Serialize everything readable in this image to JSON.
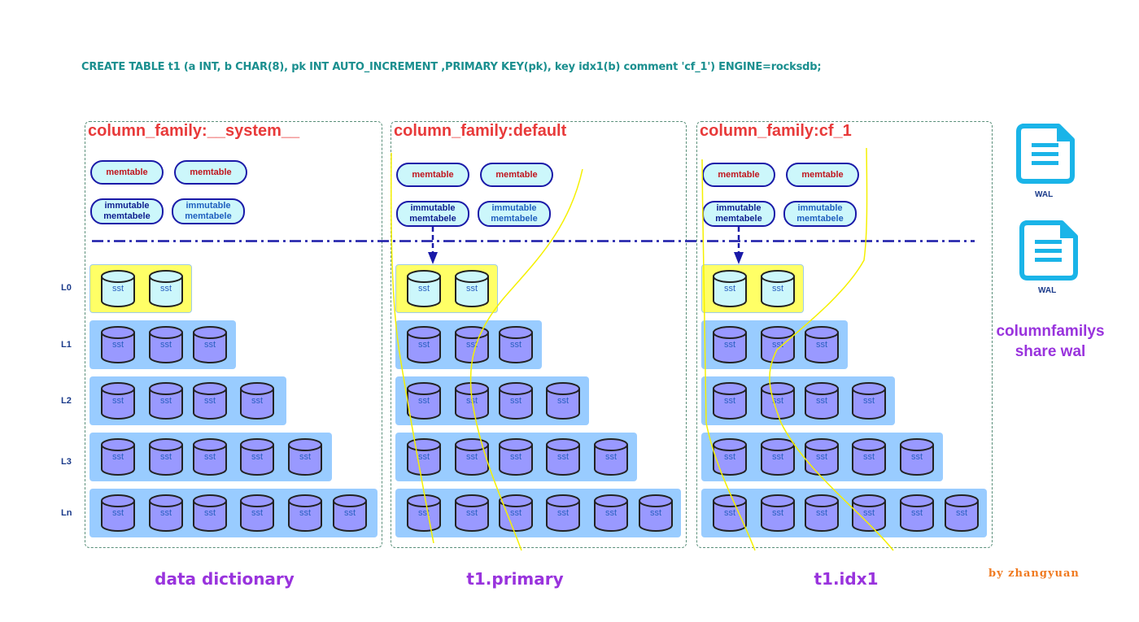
{
  "sql_statement": "CREATE TABLE t1 (a INT, b CHAR(8), pk INT AUTO_INCREMENT ,PRIMARY KEY(pk), key idx1(b) comment 'cf_1') ENGINE=rocksdb;",
  "level_labels": [
    "L0",
    "L1",
    "L2",
    "L3",
    "Ln"
  ],
  "memtable_label": "memtable",
  "immutable_label_line1": "immutable",
  "immutable_label_line2": "memtabele",
  "sst_label": "sst",
  "column_families": [
    {
      "title": "column_family:__system__",
      "caption": "data dictionary",
      "flush_arrow": false,
      "sst_counts": [
        2,
        3,
        4,
        5,
        6
      ]
    },
    {
      "title": "column_family:default",
      "caption": "t1.primary",
      "flush_arrow": true,
      "sst_counts": [
        2,
        3,
        4,
        5,
        6
      ]
    },
    {
      "title": "column_family:cf_1",
      "caption": "t1.idx1",
      "flush_arrow": true,
      "sst_counts": [
        2,
        3,
        4,
        5,
        6
      ]
    }
  ],
  "wal": {
    "icon": "document-icon",
    "labels": [
      "WAL",
      "WAL"
    ]
  },
  "share_note_line1": "columnfamilys",
  "share_note_line2": "share wal",
  "author": "by  zhangyuan",
  "colors": {
    "sql": "#1a8f8f",
    "cf_title": "#e83a3a",
    "caption": "#9933dd",
    "l0_bar": "#ffff66",
    "level_bar": "#99ccff",
    "sst_l0": "#ccf7fb",
    "sst_other": "#9999ff",
    "wal_icon": "#1ab4e8",
    "divider": "#1a1aa8",
    "curve": "#f5f000",
    "author": "#f07a20"
  }
}
